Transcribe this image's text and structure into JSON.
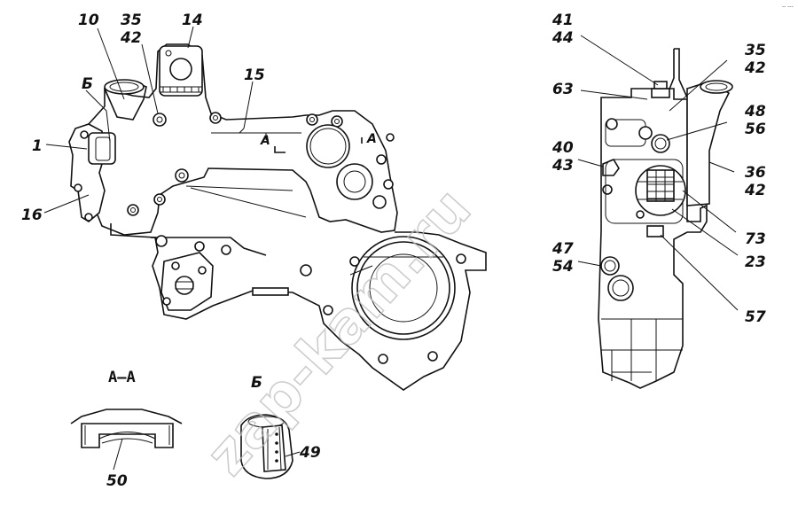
{
  "labels": {
    "l10": "10",
    "l35a": "35",
    "l42a": "42",
    "l14": "14",
    "l15": "15",
    "lB1": "Б",
    "l1": "1",
    "l16": "16",
    "lA1": "A",
    "lA2": "A",
    "l41": "41",
    "l44": "44",
    "l35b": "35",
    "l42b": "42",
    "l63": "63",
    "l48": "48",
    "l56": "56",
    "l40": "40",
    "l43": "43",
    "l36": "36",
    "l42c": "42",
    "l73": "73",
    "l23": "23",
    "l47": "47",
    "l54": "54",
    "l57": "57",
    "lAA": "A–A",
    "l50": "50",
    "lB2": "Б",
    "l49": "49"
  },
  "watermark": "zap-kam.ru",
  "corner_mark": "-- ---",
  "colors": {
    "ink": "#111111",
    "watermark": "#bdbdbd",
    "background": "#ffffff"
  }
}
